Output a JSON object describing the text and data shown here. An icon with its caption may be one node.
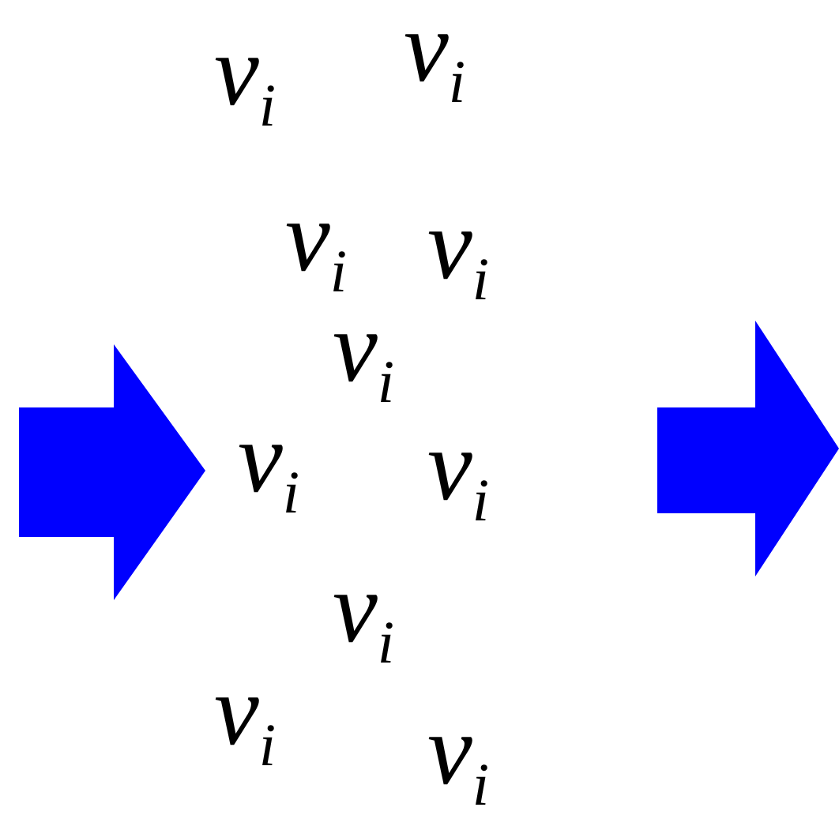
{
  "diagram": {
    "labels": [
      "v$_{i}$",
      "v$_{i}$",
      "v$_{i}$",
      "v$_{i}$",
      "v$_{i}$",
      "v$_{i}$",
      "v$_{i}$",
      "v$_{i}$",
      "v$_{i}$",
      "v$_{i}$"
    ]
  }
}
